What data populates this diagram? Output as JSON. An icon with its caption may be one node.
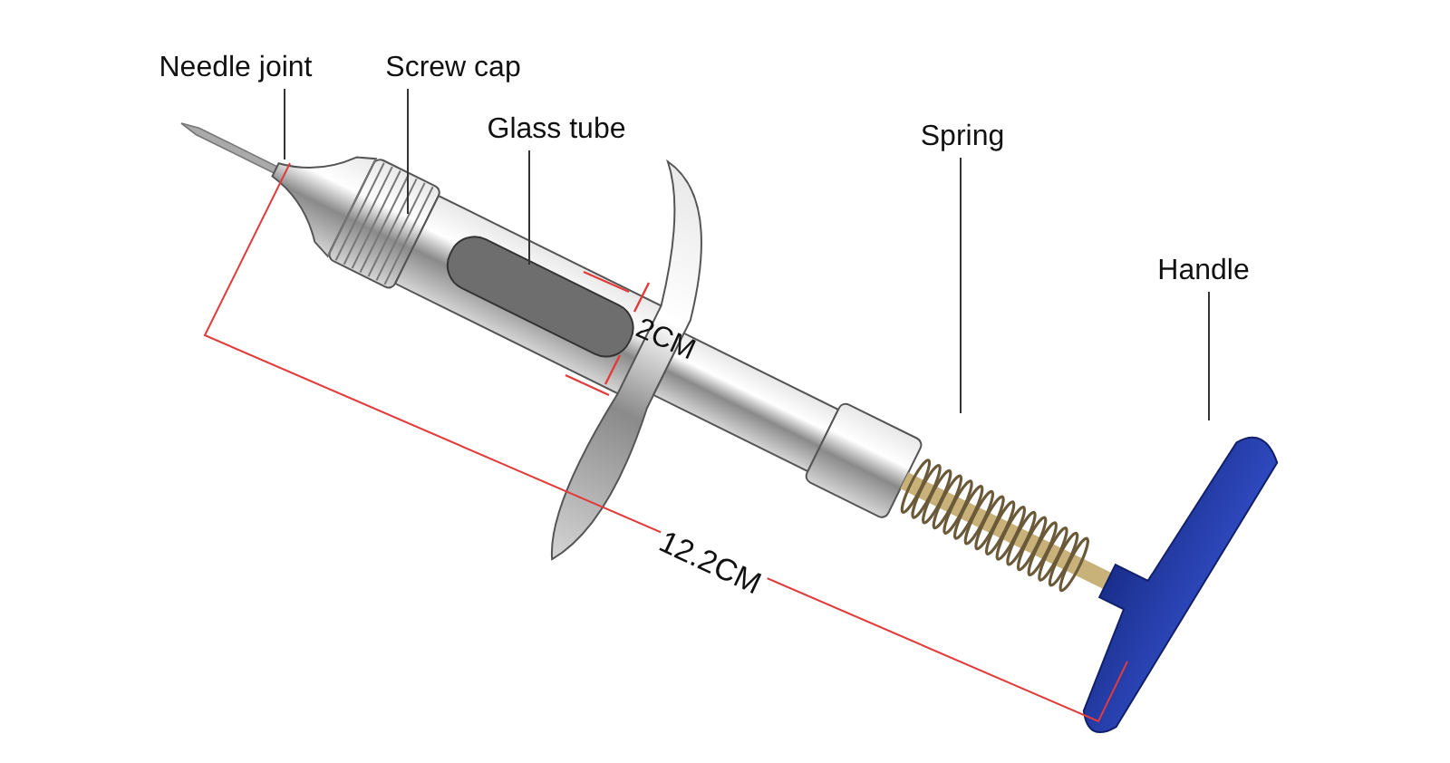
{
  "diagram": {
    "nodes": [
      {
        "text": [
          "Needle joint"
        ]
      },
      {
        "text": [
          "Screw cap"
        ]
      },
      {
        "text": [
          "Glass tube"
        ]
      },
      {
        "text": [
          "Spring"
        ]
      },
      {
        "text": [
          "Handle"
        ]
      }
    ],
    "edges": [
      {
        "from": 0,
        "to": null,
        "arrow": "none"
      },
      {
        "from": 1,
        "to": null,
        "arrow": "none"
      },
      {
        "from": 2,
        "to": null,
        "arrow": "none"
      },
      {
        "from": 3,
        "to": null,
        "arrow": "none"
      },
      {
        "from": 4,
        "to": null,
        "arrow": "none"
      }
    ],
    "labels": [
      "2CM",
      "12.2CM"
    ]
  }
}
